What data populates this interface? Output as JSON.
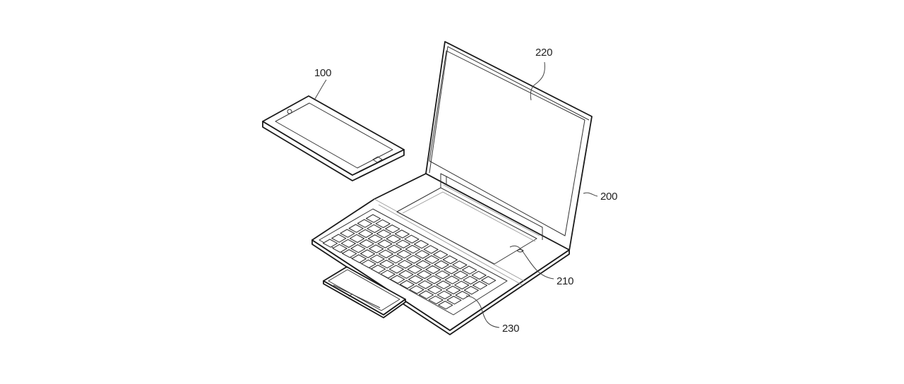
{
  "figure": {
    "kind": "patent-drawing",
    "description": "Isometric line drawing of a mobile device and a laptop-type docking device with a display, mobile-device receiving slot, keyboard and detachable touchpad",
    "stroke_color": "#1a1a1a",
    "background": "#ffffff"
  },
  "labels": {
    "phone": "100",
    "dock_body": "200",
    "slot": "210",
    "display": "220",
    "keyboard": "230"
  },
  "components": [
    {
      "ref": "100",
      "name": "mobile device"
    },
    {
      "ref": "200",
      "name": "electronic device body"
    },
    {
      "ref": "210",
      "name": "mobile device mounting area"
    },
    {
      "ref": "220",
      "name": "display"
    },
    {
      "ref": "230",
      "name": "keyboard"
    }
  ]
}
